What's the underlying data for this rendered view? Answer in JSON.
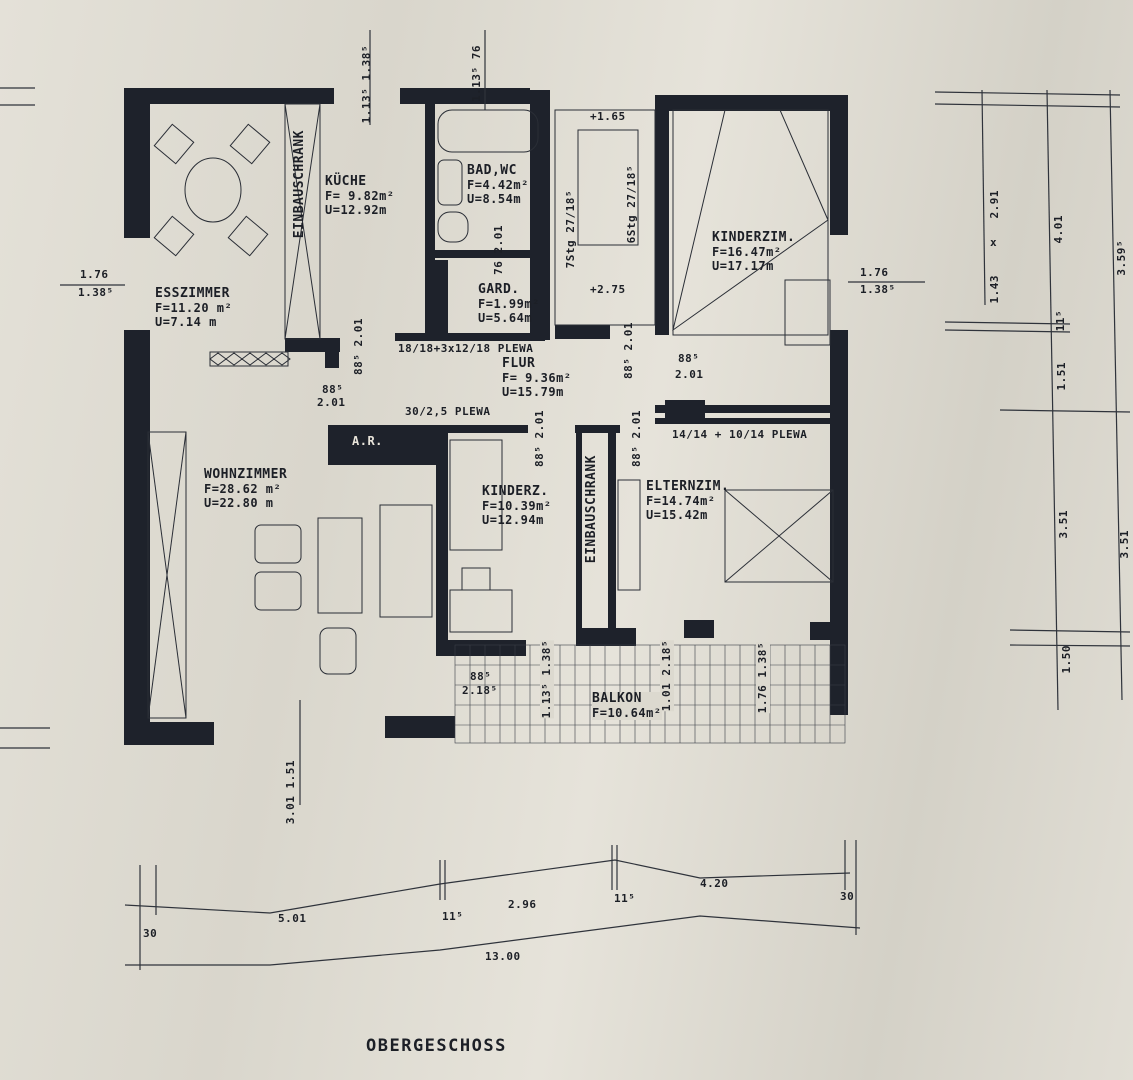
{
  "title": "OBERGESCHOSS",
  "rooms": {
    "esszimmer": {
      "name": "ESSZIMMER",
      "area": "F=11.20 m²",
      "perimeter": "U=7.14 m"
    },
    "kueche": {
      "name": "KÜCHE",
      "area": "F= 9.82m²",
      "perimeter": "U=12.92m"
    },
    "bad": {
      "name": "BAD,WC",
      "area": "F=4.42m²",
      "perimeter": "U=8.54m"
    },
    "gard": {
      "name": "GARD.",
      "area": "F=1.99m²",
      "perimeter": "U=5.64m"
    },
    "kinderzim": {
      "name": "KINDERZIM.",
      "area": "F=16.47m²",
      "perimeter": "U=17.17m"
    },
    "flur": {
      "name": "FLUR",
      "area": "F= 9.36m²",
      "perimeter": "U=15.79m"
    },
    "wohnzimmer": {
      "name": "WOHNZIMMER",
      "area": "F=28.62 m²",
      "perimeter": "U=22.80 m"
    },
    "kinderz": {
      "name": "KINDERZ.",
      "area": "F=10.39m²",
      "perimeter": "U=12.94m"
    },
    "elternzim": {
      "name": "ELTERNZIM.",
      "area": "F=14.74m²",
      "perimeter": "U=15.42m"
    },
    "balkon": {
      "name": "BALKON",
      "area": "F=10.64m²"
    },
    "ar": {
      "name": "A.R."
    }
  },
  "labels": {
    "einbauschrank_1": "EINBAUSCHRANK",
    "einbauschrank_2": "EINBAUSCHRANK",
    "stair_notes": "18/18+3x12/18 PLEWA",
    "plewa_30": "30/2,5 PLEWA",
    "plewa_14": "14/14 + 10/14 PLEWA",
    "level_top": "+1.65",
    "level_bottom": "+2.75",
    "stair_a": "7Stg 27/18⁵",
    "stair_b": "6Stg 27/18⁵"
  },
  "openings": {
    "win_left_top": "1.76",
    "win_left_bottom": "1.38⁵",
    "win_right_top": "1.76",
    "win_right_bottom": "1.38⁵",
    "win_kueche": "1.13⁵ 1.38⁵",
    "win_bad": "1.13⁵ 76",
    "door_bad": "76 2.01",
    "door_kueche": "88⁵ 2.01",
    "door_ess": "88⁵",
    "door_ess_h": "2.01",
    "door_stair": "88⁵ 2.01",
    "door_kinderzim": "88⁵",
    "door_kinderzim_h": "2.01",
    "door_kinderz": "88⁵ 2.01",
    "door_eltern": "88⁵ 2.01",
    "balk_door_1": "88⁵",
    "balk_door_1_h": "2.18⁵",
    "balk_win_1": "1.13⁵ 1.38⁵",
    "balk_door_2": "1.01 2.18⁵",
    "balk_win_2": "1.76 1.38⁵",
    "wohn_win": "3.01 1.51"
  },
  "dimensions": {
    "bottom": [
      "30",
      "5.01",
      "11⁵",
      "2.96",
      "11⁵",
      "4.20",
      "30"
    ],
    "total": "13.00",
    "right_inner": [
      "2.91",
      "x",
      "1.43"
    ],
    "right_mid": [
      "4.01",
      "11⁵",
      "1.51",
      "3.51",
      "1.50"
    ],
    "right_outer": [
      "3.59⁵",
      "3.51"
    ]
  }
}
